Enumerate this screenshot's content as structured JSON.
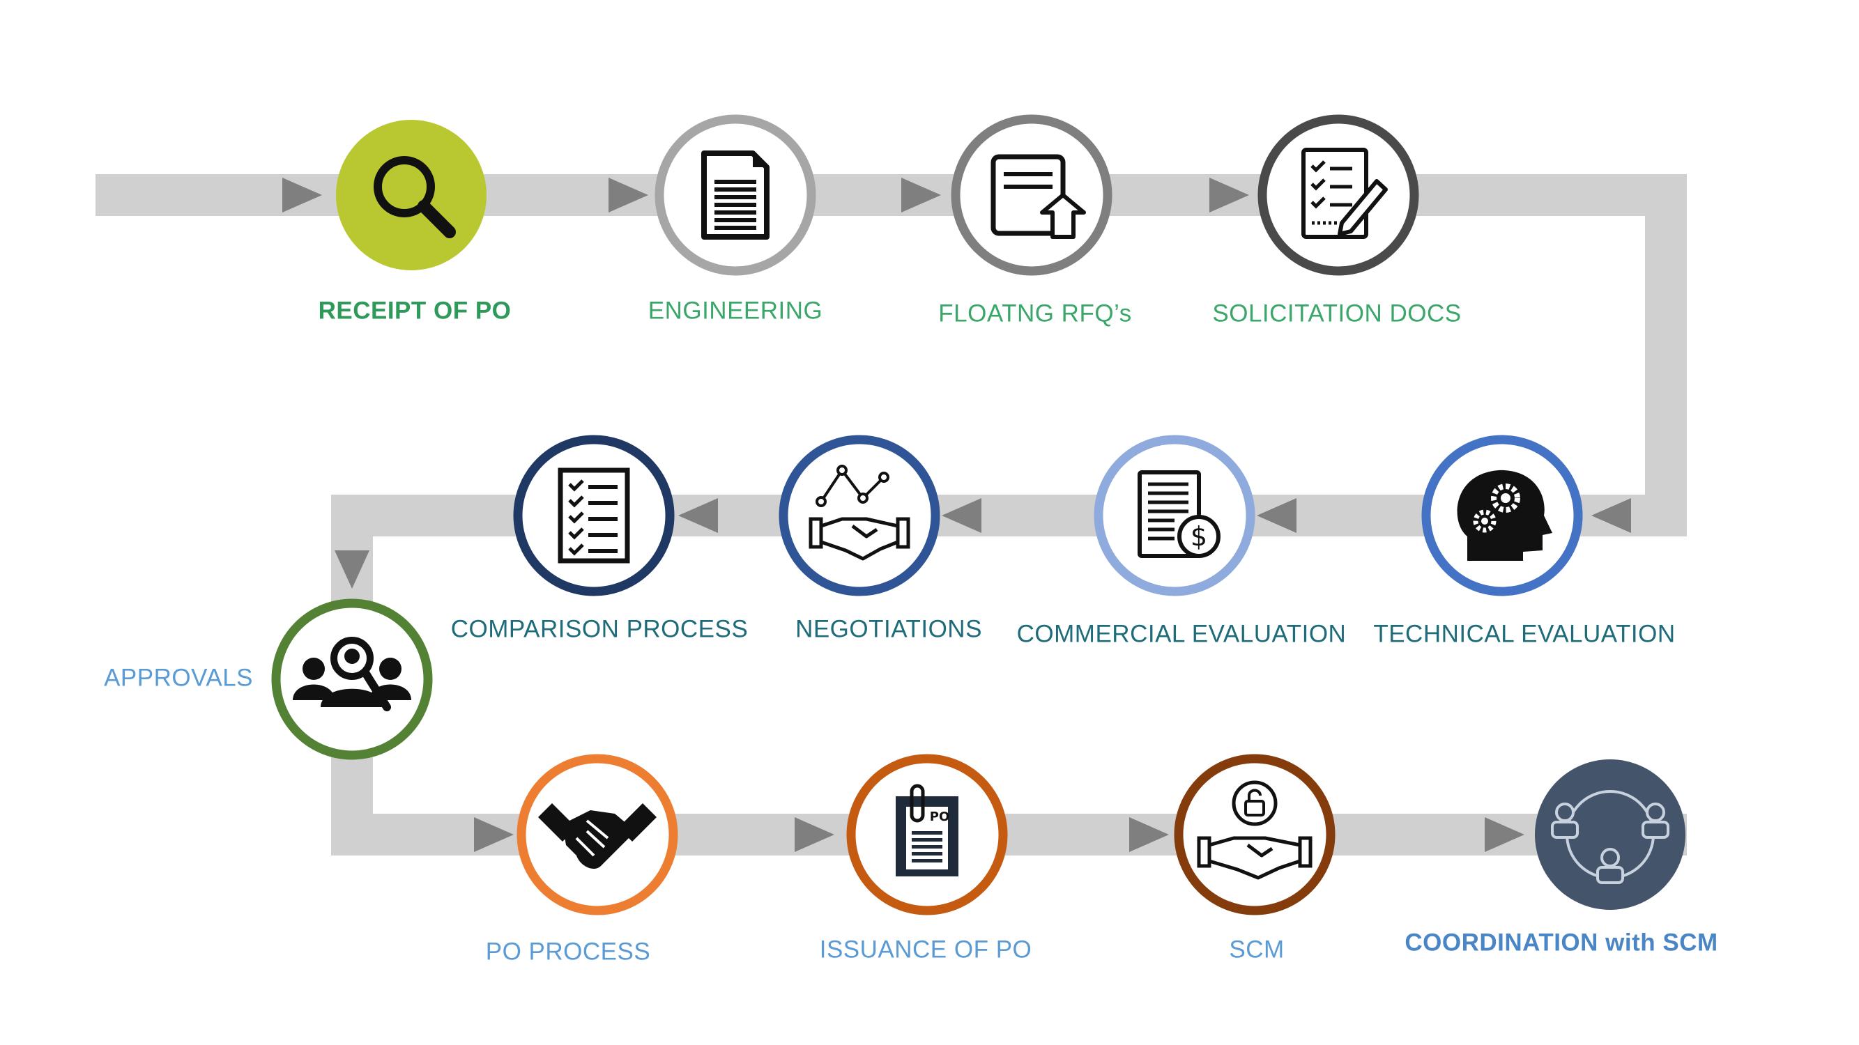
{
  "steps": [
    {
      "label": "RECEIPT OF PO",
      "icon": "magnifier-icon",
      "ring": "#b9c831",
      "fill": "#b9c831",
      "text_color": "#2e9a5a",
      "bold": true
    },
    {
      "label": "ENGINEERING",
      "icon": "document-icon",
      "ring": "#a6a6a6",
      "fill": "#ffffff",
      "text_color": "#3aa66a",
      "bold": false
    },
    {
      "label": "FLOATNG RFQ’s",
      "icon": "rfq-upload-icon",
      "ring": "#7f7f7f",
      "fill": "#ffffff",
      "text_color": "#3aa66a",
      "bold": false
    },
    {
      "label": "SOLICITATION DOCS",
      "icon": "checklist-pen-icon",
      "ring": "#4a4a4a",
      "fill": "#ffffff",
      "text_color": "#3aa66a",
      "bold": false
    },
    {
      "label": "TECHNICAL EVALUATION",
      "icon": "head-gears-icon",
      "ring": "#4472c4",
      "fill": "#ffffff",
      "text_color": "#1e6b7a",
      "bold": false
    },
    {
      "label": "COMMERCIAL EVALUATION",
      "icon": "invoice-dollar-icon",
      "ring": "#8faadc",
      "fill": "#ffffff",
      "text_color": "#1e6b7a",
      "bold": false
    },
    {
      "label": "NEGOTIATIONS",
      "icon": "handshake-chart-icon",
      "ring": "#2f5597",
      "fill": "#ffffff",
      "text_color": "#1e6b7a",
      "bold": false
    },
    {
      "label": "COMPARISON PROCESS",
      "icon": "checklist-icon",
      "ring": "#203864",
      "fill": "#ffffff",
      "text_color": "#1e6b7a",
      "bold": false
    },
    {
      "label": "APPROVALS",
      "icon": "people-search-icon",
      "ring": "#548235",
      "fill": "#ffffff",
      "text_color": "#5b9bd5",
      "bold": false
    },
    {
      "label": "PO PROCESS",
      "icon": "handshake-icon",
      "ring": "#ed7d31",
      "fill": "#ffffff",
      "text_color": "#5b9bd5",
      "bold": false
    },
    {
      "label": "ISSUANCE OF PO",
      "icon": "po-clipboard-icon",
      "ring": "#c55a11",
      "fill": "#ffffff",
      "text_color": "#5b9bd5",
      "bold": false
    },
    {
      "label": "SCM",
      "icon": "handshake-lock-icon",
      "ring": "#843c0c",
      "fill": "#ffffff",
      "text_color": "#5b9bd5",
      "bold": false
    },
    {
      "label": "COORDINATION with SCM",
      "icon": "network-people-icon",
      "ring": "#44546a",
      "fill": "#44546a",
      "text_color": "#4a86c5",
      "bold": true
    }
  ],
  "colors": {
    "path": "#d0d0d0",
    "arrow": "#7f7f7f",
    "icon": "#111111"
  }
}
